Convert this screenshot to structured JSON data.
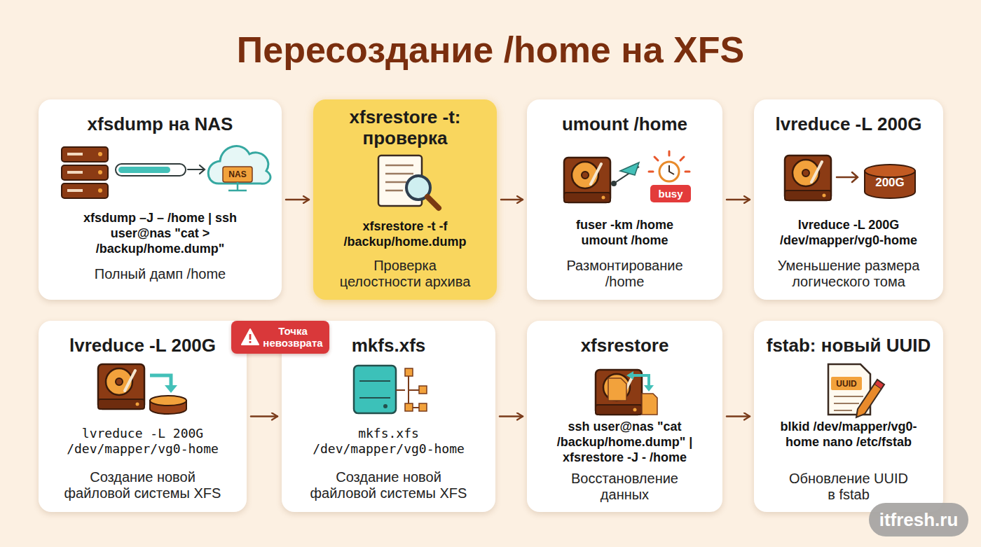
{
  "diagram": {
    "title": "Пересоздание /home на XFS",
    "nodes": [
      {
        "text": [
          "xfsdump на NAS",
          "xfsdump –J – /home | ssh user@nas \"cat > /backup/home.dump\"",
          "Полный дамп /home"
        ]
      },
      {
        "text": [
          "xfsrestore -t: проверка",
          "xfsrestore -t -f /backup/home.dump",
          "Проверка целостности архива"
        ]
      },
      {
        "text": [
          "umount /home",
          "fuser -km /home umount /home",
          "Размонтирование /home"
        ]
      },
      {
        "text": [
          "lvreduce -L 200G",
          "lvreduce -L 200G /dev/mapper/vg0-home",
          "Уменьшение размера логического тома"
        ]
      },
      {
        "text": [
          "lvreduce -L 200G",
          "lvreduce -L 200G /dev/mapper/vg0-home",
          "Создание новой файловой системы XFS"
        ]
      },
      {
        "text": [
          "Точка невозврата"
        ]
      },
      {
        "text": [
          "mkfs.xfs",
          "mkfs.xfs /dev/mapper/vg0-home",
          "Создание новой файловой системы XFS"
        ]
      },
      {
        "text": [
          "xfsrestore",
          "ssh user@nas \"cat /backup/home.dump\" | xfsrestore -J - /home",
          "Восстановление данных"
        ]
      },
      {
        "text": [
          "fstab: новый UUID",
          "blkid /dev/mapper/vg0-home nano /etc/fstab",
          "Обновление UUID в fstab"
        ]
      }
    ],
    "edges": [
      {
        "from": 0,
        "to": 1,
        "arrow": "to"
      },
      {
        "from": 1,
        "to": 2,
        "arrow": "to"
      },
      {
        "from": 2,
        "to": 3,
        "arrow": "to"
      },
      {
        "from": 4,
        "to": 6,
        "arrow": "to"
      },
      {
        "from": 6,
        "to": 7,
        "arrow": "to"
      },
      {
        "from": 7,
        "to": 8,
        "arrow": "to"
      }
    ],
    "labels": [
      "NAS",
      "busy",
      "200G",
      "UUID",
      "itfresh.ru"
    ]
  }
}
